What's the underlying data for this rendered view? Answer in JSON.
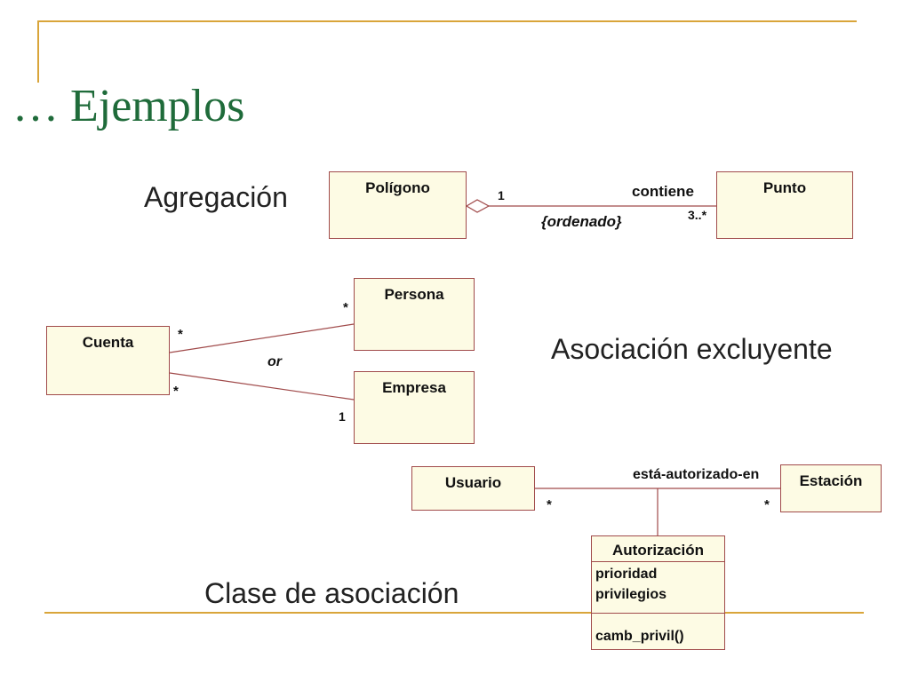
{
  "slide": {
    "title": "… Ejemplos"
  },
  "sections": {
    "agregacion": "Agregación",
    "excluyente": "Asociación excluyente",
    "clase_asociacion": "Clase de asociación"
  },
  "aggregation": {
    "whole_class": "Polígono",
    "part_class": "Punto",
    "association_name": "contiene",
    "constraint": "{ordenado}",
    "whole_multiplicity": "1",
    "part_multiplicity": "3..*"
  },
  "exclusive": {
    "source_class": "Cuenta",
    "target_a": "Persona",
    "target_b": "Empresa",
    "constraint": "or",
    "source_mult_a": "*",
    "source_mult_b": "*",
    "target_a_mult": "*",
    "target_b_mult": "1"
  },
  "association_class": {
    "left_class": "Usuario",
    "right_class": "Estación",
    "association_name": "está-autorizado-en",
    "left_mult": "*",
    "right_mult": "*",
    "class_name": "Autorización",
    "attributes": [
      "prioridad",
      "privilegios"
    ],
    "operations": [
      "camb_privil()"
    ]
  },
  "colors": {
    "title": "#1f6b3a",
    "decor": "#d9a53a",
    "box_fill": "#fdfbe4",
    "line": "#a04a4a"
  }
}
